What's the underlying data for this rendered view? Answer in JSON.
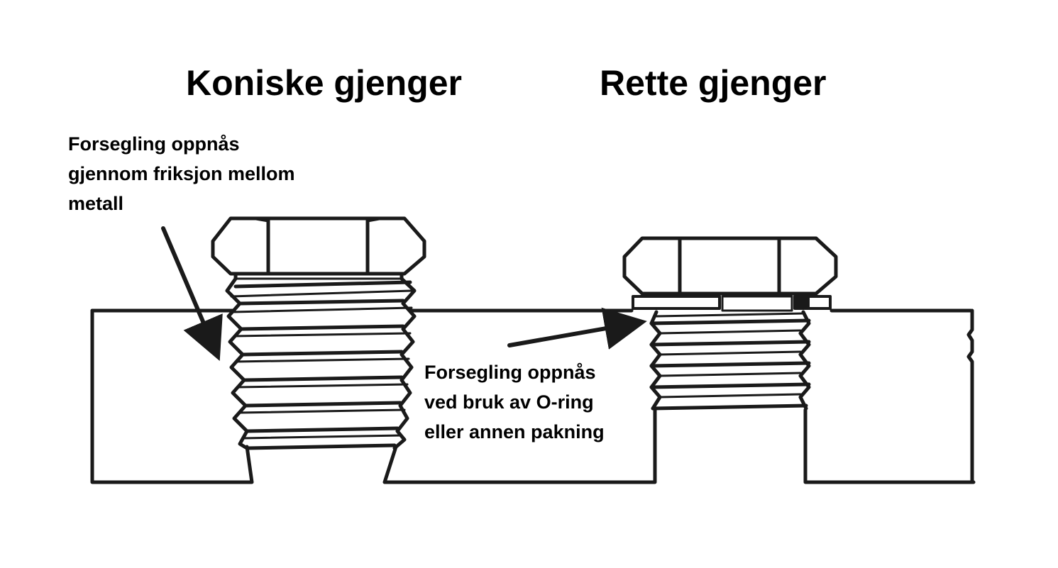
{
  "titles": {
    "tapered": "Koniske gjenger",
    "straight": "Rette gjenger"
  },
  "annotations": {
    "tapered_seal": [
      "Forsegling oppnås",
      "gjennom friksjon mellom",
      "metall"
    ],
    "straight_seal": [
      "Forsegling oppnås",
      "ved bruk av O-ring",
      "eller annen pakning"
    ]
  },
  "colors": {
    "line": "#1a1a1a",
    "background": "#ffffff"
  }
}
